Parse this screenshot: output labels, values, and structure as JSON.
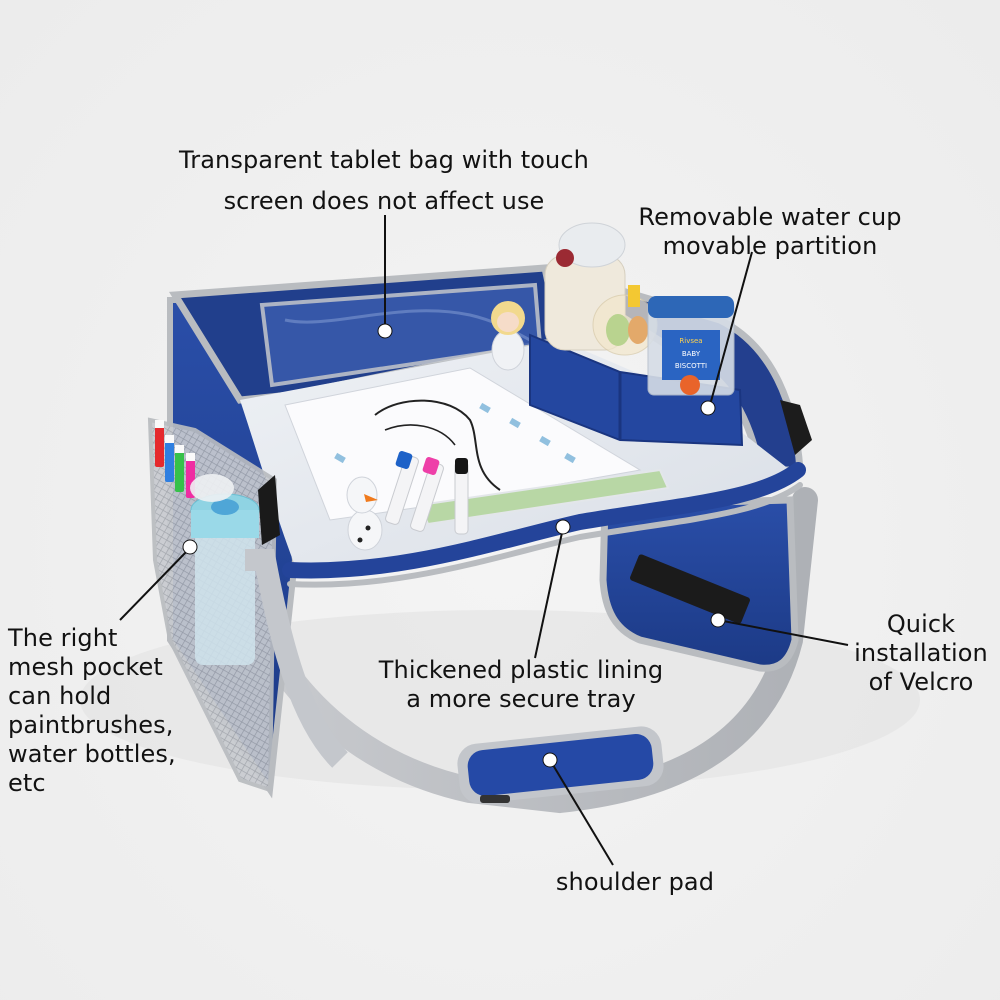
{
  "image": {
    "subject": "Kids travel tray for car seat",
    "background_color": "#f0f0f0",
    "colors": {
      "fabric_blue": "#1f3f8f",
      "fabric_blue_light": "#2a52b5",
      "trim_gray": "#b9bcc0",
      "tray_surface": "#dfe3ea",
      "velcro_black": "#1b1b1b",
      "dot_white": "#ffffff",
      "leader_black": "#111111"
    }
  },
  "callouts": {
    "tablet_bag": {
      "lines": [
        "Transparent tablet bag with touch",
        "screen does not affect use"
      ]
    },
    "water_cup": {
      "lines": [
        "Removable water cup",
        "movable partition"
      ]
    },
    "mesh_pocket": {
      "lines": [
        "The right",
        "mesh pocket",
        "can hold",
        "paintbrushes,",
        "water bottles,",
        "etc"
      ]
    },
    "plastic_lining": {
      "lines": [
        "Thickened plastic lining",
        "a more secure tray"
      ]
    },
    "velcro": {
      "lines": [
        "Quick",
        "installation",
        "of Velcro"
      ]
    },
    "shoulder_pad": {
      "lines": [
        "shoulder pad"
      ]
    }
  },
  "product_items": {
    "jar_label": [
      "Rivsea",
      "BABY",
      "BISCOTTI"
    ],
    "markers": [
      "blue",
      "pink",
      "black"
    ],
    "pocket_markers": [
      "red",
      "blue",
      "green",
      "pink"
    ]
  }
}
